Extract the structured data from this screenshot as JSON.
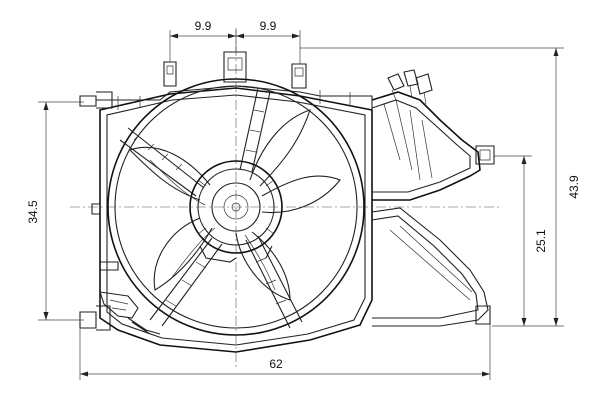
{
  "dimensions": {
    "top_left": "9.9",
    "top_right": "9.9",
    "left_height": "34.5",
    "right_inner_height": "25.1",
    "right_outer_height": "43.9",
    "bottom_width": "62"
  }
}
